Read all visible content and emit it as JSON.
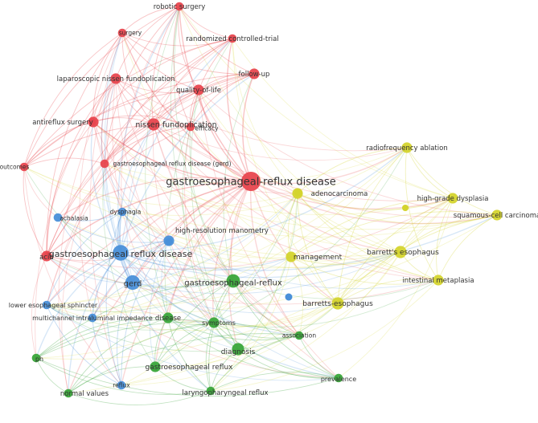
{
  "colors": {
    "red": "#e8474f",
    "blue": "#4a90d9",
    "green": "#3aa63a",
    "yellow": "#d4d42e"
  },
  "nodes": [
    {
      "id": "n0",
      "label": "robotic surgery",
      "cluster": "red",
      "weight": 1
    },
    {
      "id": "n1",
      "label": "surgery",
      "cluster": "red",
      "weight": 1
    },
    {
      "id": "n2",
      "label": "randomized controlled-trial",
      "cluster": "red",
      "weight": 1
    },
    {
      "id": "n3",
      "label": "laparoscopic nissen fundoplication",
      "cluster": "red",
      "weight": 2
    },
    {
      "id": "n4",
      "label": "follow-up",
      "cluster": "red",
      "weight": 2
    },
    {
      "id": "n5",
      "label": "quality-of-life",
      "cluster": "red",
      "weight": 2
    },
    {
      "id": "n6",
      "label": "nissen fundoplication",
      "cluster": "red",
      "weight": 3
    },
    {
      "id": "n7",
      "label": "efficacy",
      "cluster": "red",
      "weight": 1
    },
    {
      "id": "n8",
      "label": "antireflux surgery",
      "cluster": "red",
      "weight": 2
    },
    {
      "id": "n9",
      "label": "gastroesophageal reflux disease (gerd)",
      "cluster": "red",
      "weight": 1
    },
    {
      "id": "n10",
      "label": "outcomes",
      "cluster": "red",
      "weight": 1
    },
    {
      "id": "n11",
      "label": "gastroesophageal-reflux disease",
      "cluster": "red",
      "weight": 10
    },
    {
      "id": "n12",
      "label": "acid",
      "cluster": "red",
      "weight": 2
    },
    {
      "id": "n13",
      "label": "achalasia",
      "cluster": "blue",
      "weight": 1
    },
    {
      "id": "n14",
      "label": "dysphagia",
      "cluster": "blue",
      "weight": 1
    },
    {
      "id": "n15",
      "label": "high-resolution manometry",
      "cluster": "blue",
      "weight": 2
    },
    {
      "id": "n16",
      "label": "gastroesophageal reflux disease",
      "cluster": "blue",
      "weight": 6
    },
    {
      "id": "n17",
      "label": "gerd",
      "cluster": "blue",
      "weight": 5
    },
    {
      "id": "n18",
      "label": "lower esophageal sphincter",
      "cluster": "blue",
      "weight": 1
    },
    {
      "id": "n19",
      "label": "multichannel intraluminal impedance",
      "cluster": "blue",
      "weight": 1
    },
    {
      "id": "n20",
      "label": "reflux",
      "cluster": "blue",
      "weight": 1
    },
    {
      "id": "n21",
      "label": "gastroesophageal-reflux",
      "cluster": "green",
      "weight": 4
    },
    {
      "id": "n22",
      "label": "disease",
      "cluster": "green",
      "weight": 2
    },
    {
      "id": "n23",
      "label": "symptoms",
      "cluster": "green",
      "weight": 2
    },
    {
      "id": "n24",
      "label": "association",
      "cluster": "green",
      "weight": 1
    },
    {
      "id": "n25",
      "label": "diagnosis",
      "cluster": "green",
      "weight": 3
    },
    {
      "id": "n26",
      "label": "ph",
      "cluster": "green",
      "weight": 1
    },
    {
      "id": "n27",
      "label": "gastroesophageal reflux",
      "cluster": "green",
      "weight": 2
    },
    {
      "id": "n28",
      "label": "normal values",
      "cluster": "green",
      "weight": 1
    },
    {
      "id": "n29",
      "label": "prevalence",
      "cluster": "green",
      "weight": 1
    },
    {
      "id": "n30",
      "label": "laryngopharyngeal reflux",
      "cluster": "green",
      "weight": 1
    },
    {
      "id": "n31",
      "label": "radiofrequency ablation",
      "cluster": "yellow",
      "weight": 2
    },
    {
      "id": "n32",
      "label": "adenocarcinoma",
      "cluster": "yellow",
      "weight": 2
    },
    {
      "id": "n33",
      "label": "high-grade dysplasia",
      "cluster": "yellow",
      "weight": 2
    },
    {
      "id": "n34",
      "label": "squamous-cell carcinoma",
      "cluster": "yellow",
      "weight": 2
    },
    {
      "id": "n35",
      "label": "management",
      "cluster": "yellow",
      "weight": 2
    },
    {
      "id": "n36",
      "label": "barrett's esophagus",
      "cluster": "yellow",
      "weight": 3
    },
    {
      "id": "n37",
      "label": "intestinal metaplasia",
      "cluster": "yellow",
      "weight": 2
    },
    {
      "id": "n38",
      "label": "barretts-esophagus",
      "cluster": "yellow",
      "weight": 3
    }
  ]
}
